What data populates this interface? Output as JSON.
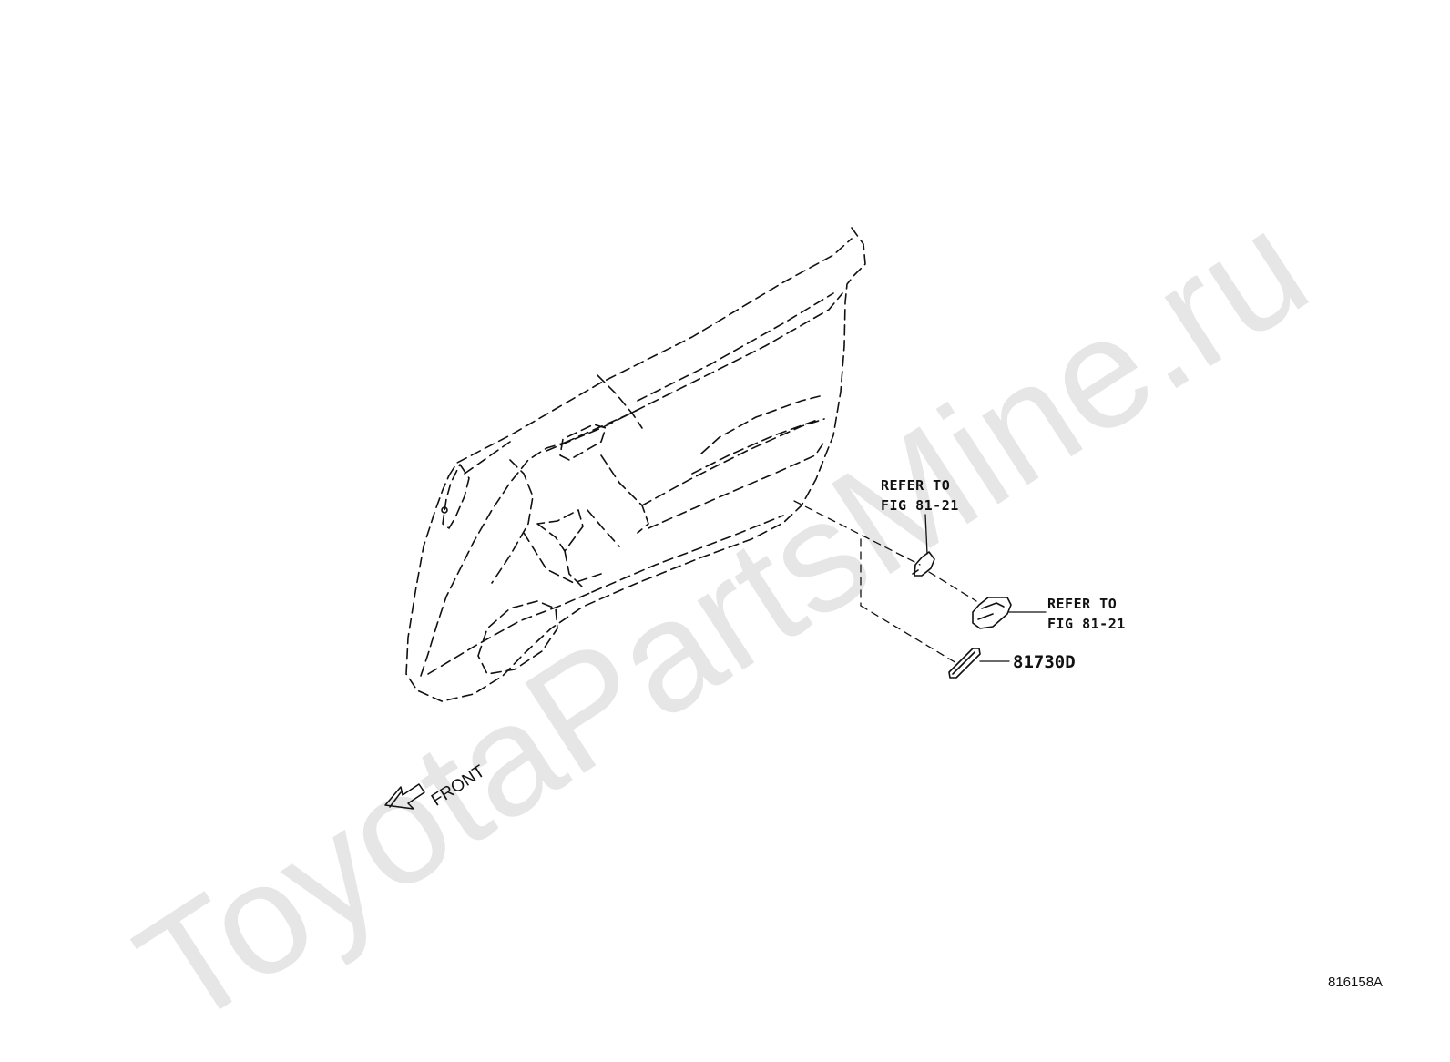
{
  "watermark": "ToyotaPartsMine.ru",
  "labels": {
    "refer_top": "REFER TO\nFIG 81-21",
    "refer_right": "REFER TO\nFIG 81-21",
    "part_number": "81730D",
    "direction": "FRONT",
    "diagram_code": "816158A"
  }
}
